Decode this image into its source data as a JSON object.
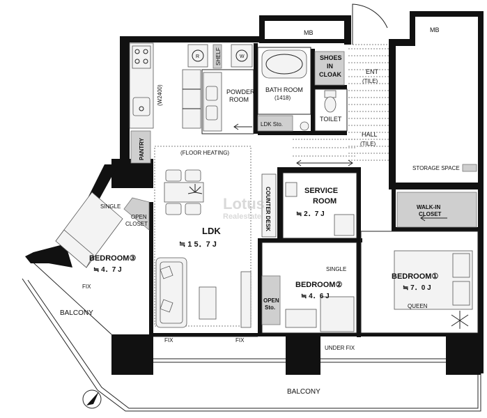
{
  "mb_left": "MB",
  "mb_right": "MB",
  "ent": "ENT",
  "ent_tile": "(TILE)",
  "hall": "HALL",
  "hall_tile": "(TILE)",
  "shoes_line1": "SHOES",
  "shoes_line2": "IN",
  "shoes_line3": "CLOAK",
  "bath_room": "BATH ROOM",
  "bath_size": "(1418)",
  "powder_room_line1": "POWDER",
  "powder_room_line2": "ROOM",
  "shelf": "SHELF",
  "toilet": "TOILET",
  "ldk_sto": "LDK Sto.",
  "w_label": "(W2400)",
  "pantry": "PANTRY",
  "floor_heating": "(FLOOR HEATING)",
  "service_room_line1": "SERVICE",
  "service_room_line2": "ROOM",
  "service_size": "≒ 2．7 J",
  "counter_desk": "COUNTER DESK",
  "storage_space": "STORAGE SPACE",
  "walk_in_line1": "WALK-IN",
  "walk_in_line2": "CLOSET",
  "ldk": "LDK",
  "ldk_size": "≒ 1 5．7 J",
  "bedroom1": "BEDROOM①",
  "bedroom1_size": "≒ 7．0 J",
  "queen": "QUEEN",
  "bedroom2": "BEDROOM②",
  "bedroom2_size": "≒ 4．6 J",
  "single_b2": "SINGLE",
  "bedroom3": "BEDROOM③",
  "bedroom3_size": "≒ 4．7 J",
  "single_b3": "SINGLE",
  "open_closet_line1": "OPEN",
  "open_closet_line2": "CLOSET",
  "open_sto_line1": "OPEN",
  "open_sto_line2": "Sto.",
  "fix_1": "FIX",
  "fix_2": "FIX",
  "fix_3": "FIX",
  "under_fix": "UNDER FIX",
  "balcony_left": "BALCONY",
  "balcony_bottom": "BALCONY",
  "wm_line1": "Lotus",
  "wm_line2": "Realestate",
  "washer_r": "R",
  "washer_w": "W"
}
